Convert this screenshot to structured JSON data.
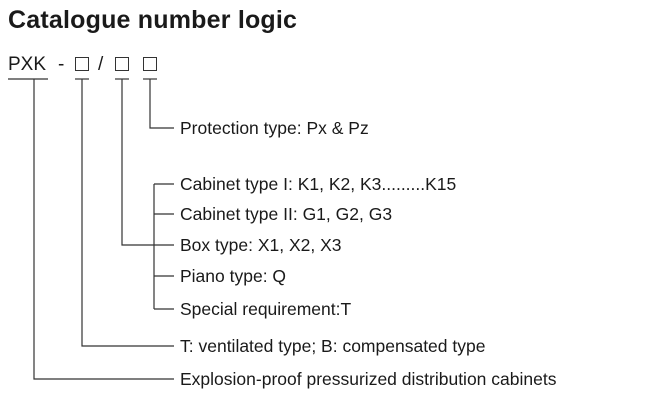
{
  "title": "Catalogue number logic",
  "code": {
    "prefix": "PXK",
    "dash": "-",
    "slash": "/"
  },
  "labels": {
    "protection_type": "Protection type: Px & Pz",
    "cabinet_type_1": "Cabinet type I: K1, K2, K3.........K15",
    "cabinet_type_2": "Cabinet type II: G1, G2, G3",
    "box_type": "Box type: X1, X2, X3",
    "piano_type": "Piano type: Q",
    "special_requirement": "Special requirement:T",
    "ventilation_type": "T: ventilated type; B: compensated type",
    "explosion_proof": "Explosion-proof pressurized distribution cabinets"
  },
  "colors": {
    "text": "#1a1a1a",
    "line": "#333333"
  }
}
